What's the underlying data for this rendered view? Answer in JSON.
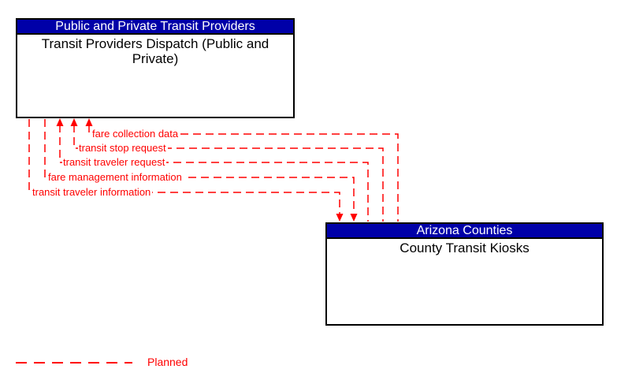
{
  "boxes": [
    {
      "header": "Public and Private Transit Providers",
      "body": "Transit Providers Dispatch (Public and Private)"
    },
    {
      "header": "Arizona Counties",
      "body": "County Transit Kiosks"
    }
  ],
  "flows": [
    {
      "label": "fare collection data",
      "direction": "to-transit-providers-dispatch",
      "status": "planned"
    },
    {
      "label": "transit stop request",
      "direction": "to-transit-providers-dispatch",
      "status": "planned"
    },
    {
      "label": "transit traveler request",
      "direction": "to-transit-providers-dispatch",
      "status": "planned"
    },
    {
      "label": "fare management information",
      "direction": "to-county-transit-kiosks",
      "status": "planned"
    },
    {
      "label": "transit traveler information",
      "direction": "to-county-transit-kiosks",
      "status": "planned"
    }
  ],
  "legend": {
    "label": "Planned"
  },
  "colors": {
    "header_background": "#0000a8",
    "header_text": "#ffffff",
    "flow_line": "#ff0000",
    "box_border": "#000000",
    "body_text": "#000000",
    "page_background": "#ffffff"
  }
}
